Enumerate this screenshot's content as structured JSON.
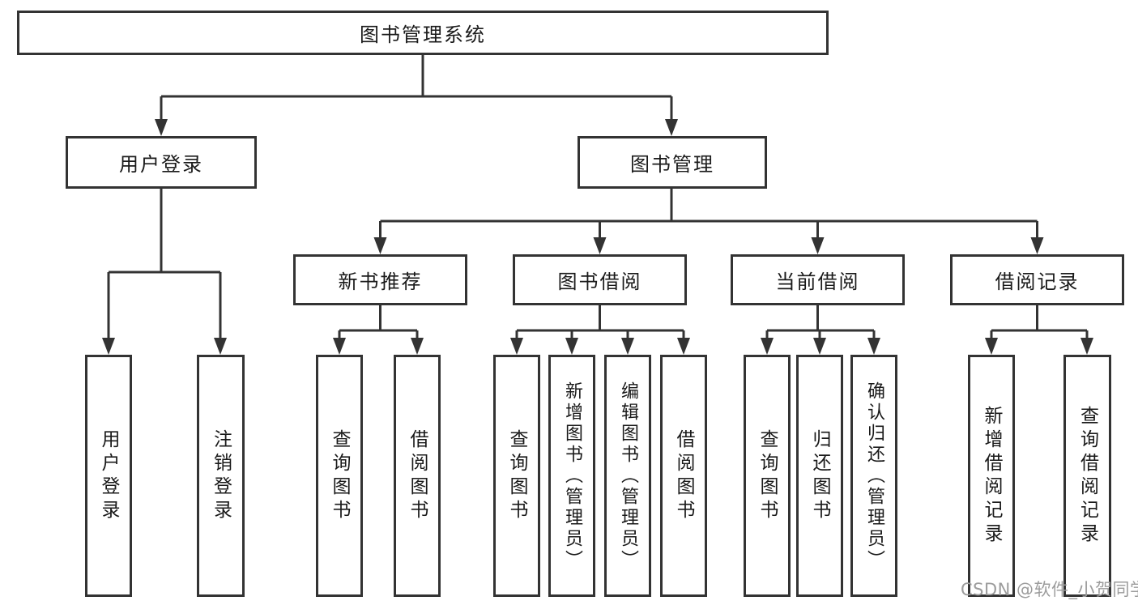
{
  "diagram": {
    "root": {
      "label": "图书管理系统"
    },
    "level2": [
      {
        "label": "用户登录",
        "children": [
          {
            "label": "用户登录"
          },
          {
            "label": "注销登录"
          }
        ]
      },
      {
        "label": "图书管理",
        "children": [
          {
            "label": "新书推荐",
            "children": [
              {
                "label": "查询图书"
              },
              {
                "label": "借阅图书"
              }
            ]
          },
          {
            "label": "图书借阅",
            "children": [
              {
                "label": "查询图书"
              },
              {
                "label": "新增图书（管理员）"
              },
              {
                "label": "编辑图书（管理员）"
              },
              {
                "label": "借阅图书"
              }
            ]
          },
          {
            "label": "当前借阅",
            "children": [
              {
                "label": "查询图书"
              },
              {
                "label": "归还图书"
              },
              {
                "label": "确认归还（管理员）"
              }
            ]
          },
          {
            "label": "借阅记录",
            "children": [
              {
                "label": "新增借阅记录"
              },
              {
                "label": "查询借阅记录"
              }
            ]
          }
        ]
      }
    ]
  },
  "watermark": {
    "text": "CSDN @软件_小贺同学"
  },
  "colors": {
    "line": "#333333",
    "text": "#1A1A1A",
    "watermark": "#9C9C9C",
    "background": "#FFFFFF"
  }
}
